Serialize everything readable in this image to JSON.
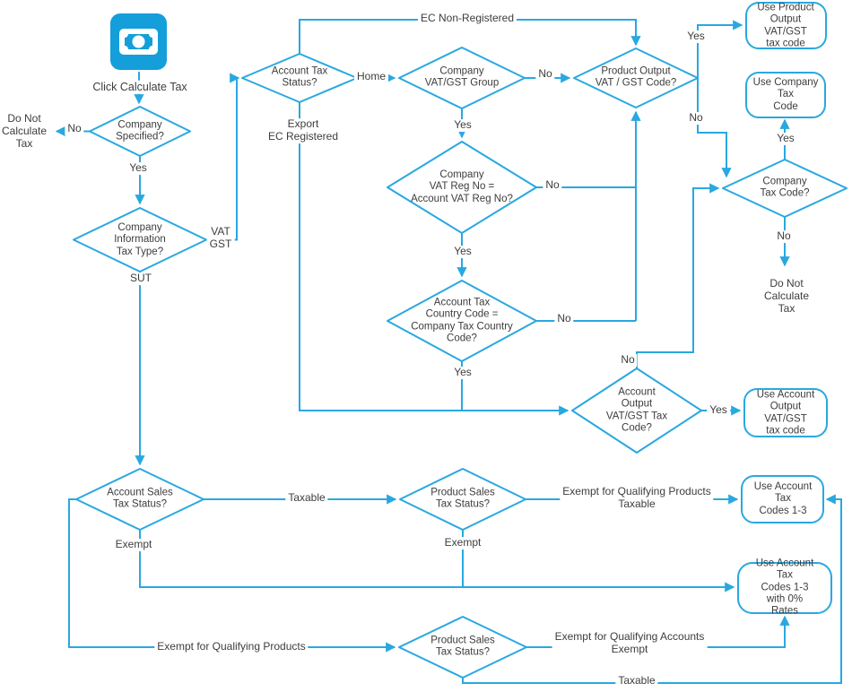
{
  "palette": {
    "line_blue": "#29a8e0",
    "icon_blue": "#149eda",
    "shape_fill": "#ffffff",
    "text_dark": "#3d3d3d"
  },
  "start": {
    "icon": "cash-bill-icon",
    "label": "Click Calculate Tax"
  },
  "decisions": {
    "company_specified": "Company\nSpecified?",
    "company_information_tax_type": "Company\nInformation\nTax Type?",
    "account_tax_status": "Account Tax\nStatus?",
    "company_vat_gst_group": "Company\nVAT/GST Group",
    "product_output_vat_gst_code": "Product Output\nVAT / GST Code?",
    "company_vat_reg_no": "Company\nVAT Reg No =\nAccount VAT Reg No?",
    "account_tax_country_code": "Account Tax\nCountry Code =\nCompany Tax Country\nCode?",
    "account_output_vat_gst_tax_code": "Account\nOutput\nVAT/GST Tax\nCode?",
    "company_tax_code": "Company\nTax Code?",
    "account_sales_tax_status": "Account Sales\nTax Status?",
    "product_sales_tax_status_1": "Product Sales\nTax Status?",
    "product_sales_tax_status_2": "Product Sales\nTax Status?"
  },
  "terminals": {
    "use_product_output": "Use Product\nOutput VAT/GST\ntax code",
    "use_company_tax_code": "Use Company Tax\nCode",
    "use_account_output": "Use Account\nOutput VAT/GST\ntax code",
    "use_account_tax_codes": "Use Account Tax\nCodes 1-3",
    "use_account_tax_codes_zero": "Use Account Tax\nCodes 1-3 with 0%\nRates"
  },
  "outcomes": {
    "do_not_calculate_tax_left": "Do Not\nCalculate\nTax",
    "do_not_calculate_tax_right": "Do Not Calculate\nTax"
  },
  "edge_labels": {
    "no_company_specified": "No",
    "yes_company_specified": "Yes",
    "vat_gst": "VAT\nGST",
    "sut": "SUT",
    "ec_non_registered": "EC Non-Registered",
    "home": "Home",
    "export_ec_registered": "Export\nEC Registered",
    "yes_vat_group": "Yes",
    "no_vat_group": "No",
    "no_vat_reg": "No",
    "yes_vat_reg": "Yes",
    "no_country": "No",
    "yes_country": "Yes",
    "yes_product_output": "Yes",
    "no_product_output": "No",
    "yes_company_tax": "Yes",
    "no_company_tax": "No",
    "no_account_output": "No",
    "yes_account_output": "Yes",
    "taxable_account_sales": "Taxable",
    "exempt_account_sales": "Exempt",
    "exempt_product_sales": "Exempt",
    "exempt_qualifying_products_taxable": "Exempt for Qualifying Products\nTaxable",
    "exempt_for_qualifying_products": "Exempt for Qualifying Products",
    "exempt_qualifying_accounts_exempt": "Exempt for Qualifying Accounts\nExempt",
    "taxable_product_sales": "Taxable"
  }
}
